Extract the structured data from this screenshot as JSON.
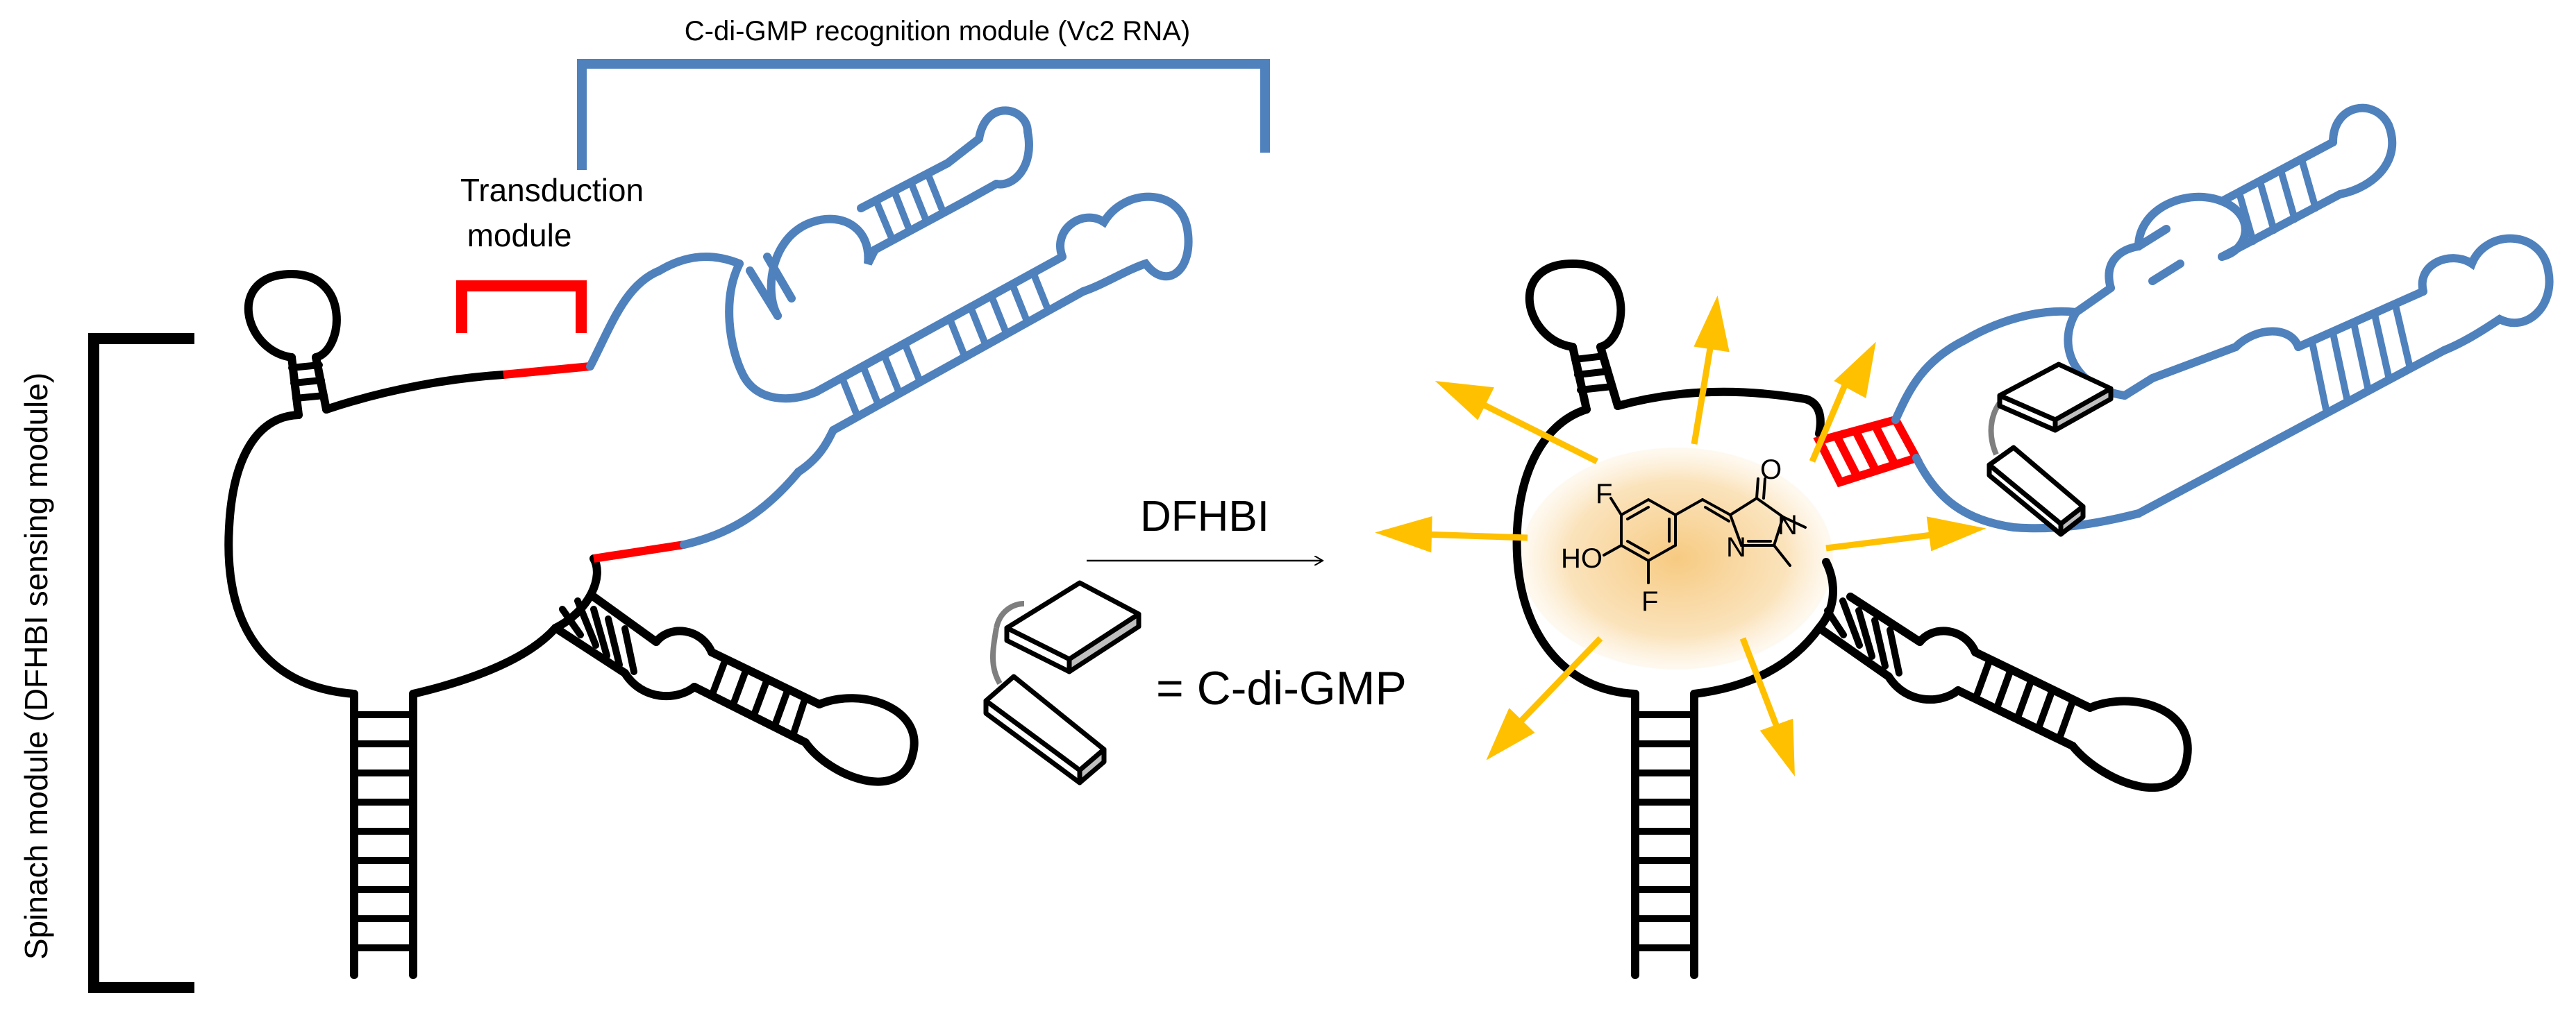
{
  "labels": {
    "recognition_module": "C-di-GMP recognition module (Vc2 RNA)",
    "transduction_line1": "Transduction",
    "transduction_line2": "module",
    "spinach_module": "Spinach module (DFHBI sensing module)",
    "reaction_arrow": "DFHBI",
    "legend_equals": "= C-di-GMP"
  },
  "molecule_atoms": {
    "fluorine_top": "F",
    "fluorine_bottom": "F",
    "hydroxyl": "HO",
    "oxygen": "O",
    "nitrogen_1": "N",
    "nitrogen_2": "N"
  },
  "colors": {
    "spinach": "#000000",
    "vc2": "#4f81bd",
    "transduction": "#ff0000",
    "fluorescence": "#ffc000",
    "glow": "#f6c77a"
  }
}
